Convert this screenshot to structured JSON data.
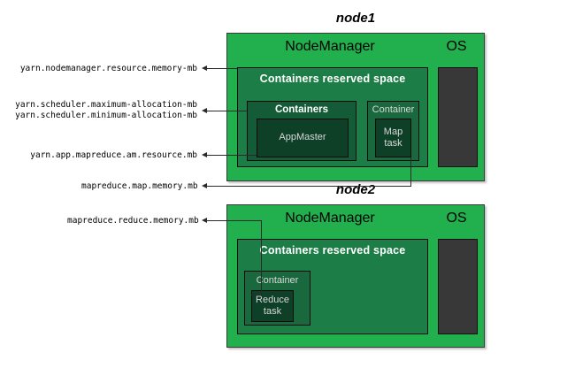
{
  "diagram": {
    "title_node1": "node1",
    "title_node2": "node2",
    "colors": {
      "node_green": "#22b04e",
      "reserved_green": "#1d7d46",
      "containers_green": "#145c37",
      "container_green": "#19683e",
      "task_green": "#0e3f27",
      "os_dark": "#383838",
      "line": "#2a2a2a",
      "white_text": "#ffffff",
      "light_text": "#d8d8d8"
    }
  },
  "node1": {
    "title": "node1",
    "nodemanager_label": "NodeManager",
    "os_label": "OS",
    "reserved_label": "Containers reserved space",
    "containers_label": "Containers",
    "appmaster_label": "AppMaster",
    "container_label": "Container",
    "map_task_label": "Map\ntask"
  },
  "node2": {
    "title": "node2",
    "nodemanager_label": "NodeManager",
    "os_label": "OS",
    "reserved_label": "Containers reserved space",
    "container_label": "Container",
    "reduce_task_label": "Reduce\ntask"
  },
  "annotations": [
    {
      "id": "nm-resource-memory",
      "text": "yarn.nodemanager.resource.memory-mb"
    },
    {
      "id": "sched-max-allocation",
      "text": "yarn.scheduler.maximum-allocation-mb"
    },
    {
      "id": "sched-min-allocation",
      "text": "yarn.scheduler.minimum-allocation-mb"
    },
    {
      "id": "am-resource-mb",
      "text": "yarn.app.mapreduce.am.resource.mb"
    },
    {
      "id": "map-memory-mb",
      "text": "mapreduce.map.memory.mb"
    },
    {
      "id": "reduce-memory-mb",
      "text": "mapreduce.reduce.memory.mb"
    }
  ]
}
